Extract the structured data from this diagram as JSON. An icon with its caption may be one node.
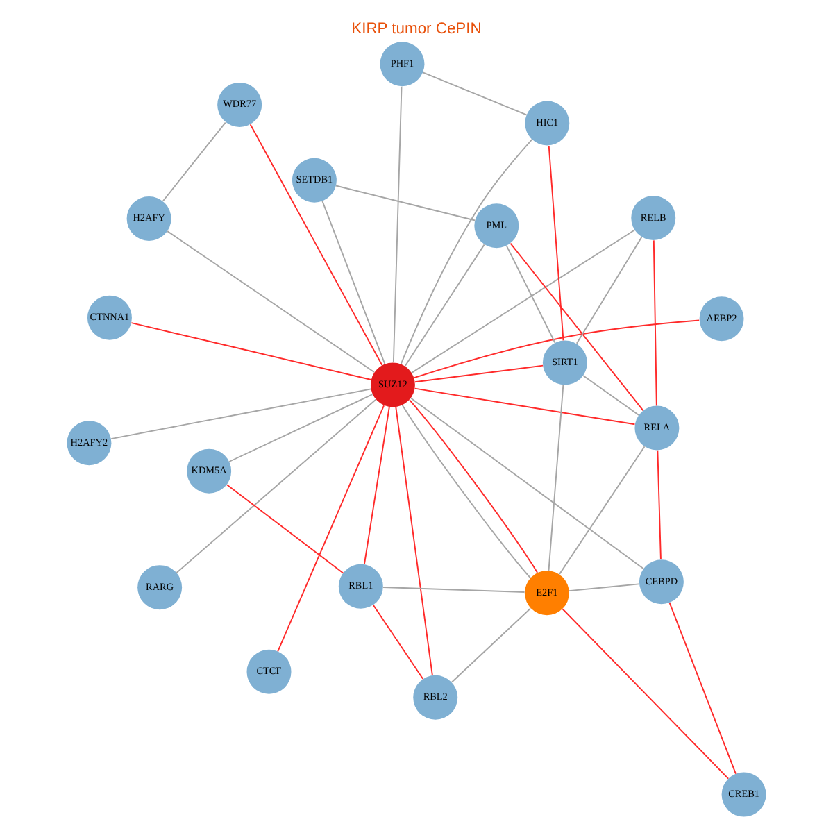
{
  "diagram": {
    "title": "KIRP tumor CePIN",
    "nodes": [
      {
        "text": [
          "SUZ12"
        ]
      },
      {
        "text": [
          "E2F1"
        ]
      },
      {
        "text": [
          "RARG"
        ]
      },
      {
        "text": [
          "PHF1"
        ]
      },
      {
        "text": [
          "WDR77"
        ]
      },
      {
        "text": [
          "H2AFY"
        ]
      },
      {
        "text": [
          "SETDB1"
        ]
      },
      {
        "text": [
          "HIC1"
        ]
      },
      {
        "text": [
          "H2AFY2"
        ]
      },
      {
        "text": [
          "PML"
        ]
      },
      {
        "text": [
          "CTCF"
        ]
      },
      {
        "text": [
          "SIRT1"
        ]
      },
      {
        "text": [
          "AEBP2"
        ]
      },
      {
        "text": [
          "RELB"
        ]
      },
      {
        "text": [
          "RELA"
        ]
      },
      {
        "text": [
          "KDM5A"
        ]
      },
      {
        "text": [
          "CEBPD"
        ]
      },
      {
        "text": [
          "RBL1"
        ]
      },
      {
        "text": [
          "CTNNA1"
        ]
      },
      {
        "text": [
          "RBL2"
        ]
      },
      {
        "text": [
          "CREB1"
        ]
      }
    ],
    "edges": [
      {
        "from": 0,
        "to": 2,
        "arrow": "none"
      },
      {
        "from": 0,
        "to": 3,
        "arrow": "none"
      },
      {
        "from": 0,
        "to": 4,
        "arrow": "none",
        "color": "#ff2a2a"
      },
      {
        "from": 0,
        "to": 5,
        "arrow": "none"
      },
      {
        "from": 0,
        "to": 8,
        "arrow": "none"
      },
      {
        "from": 0,
        "to": 10,
        "arrow": "none",
        "color": "#ff2a2a"
      },
      {
        "from": 0,
        "to": 12,
        "arrow": "none",
        "color": "#ff2a2a"
      },
      {
        "from": 0,
        "to": 7,
        "arrow": "none"
      },
      {
        "from": 0,
        "to": 6,
        "arrow": "none"
      },
      {
        "from": 0,
        "to": 9,
        "arrow": "none"
      },
      {
        "from": 0,
        "to": 11,
        "arrow": "none",
        "color": "#ff2a2a"
      },
      {
        "from": 0,
        "to": 13,
        "arrow": "none"
      },
      {
        "from": 0,
        "to": 14,
        "arrow": "none",
        "color": "#ff2a2a"
      },
      {
        "from": 0,
        "to": 1,
        "arrow": "none",
        "color": "#ff2a2a"
      },
      {
        "from": 0,
        "to": 1,
        "arrow": "none"
      },
      {
        "from": 0,
        "to": 16,
        "arrow": "none"
      },
      {
        "from": 0,
        "to": 15,
        "arrow": "none"
      },
      {
        "from": 0,
        "to": 17,
        "arrow": "none",
        "color": "#ff2a2a"
      },
      {
        "from": 0,
        "to": 18,
        "arrow": "none",
        "color": "#ff2a2a"
      },
      {
        "from": 0,
        "to": 19,
        "arrow": "none",
        "color": "#ff2a2a"
      },
      {
        "from": 3,
        "to": 7,
        "arrow": "none"
      },
      {
        "from": 4,
        "to": 5,
        "arrow": "none"
      },
      {
        "from": 6,
        "to": 9,
        "arrow": "none"
      },
      {
        "from": 7,
        "to": 11,
        "arrow": "none",
        "color": "#ff2a2a"
      },
      {
        "from": 9,
        "to": 11,
        "arrow": "none"
      },
      {
        "from": 9,
        "to": 14,
        "arrow": "none",
        "color": "#ff2a2a"
      },
      {
        "from": 11,
        "to": 13,
        "arrow": "none"
      },
      {
        "from": 11,
        "to": 14,
        "arrow": "none"
      },
      {
        "from": 11,
        "to": 1,
        "arrow": "none"
      },
      {
        "from": 13,
        "to": 14,
        "arrow": "none",
        "color": "#ff2a2a"
      },
      {
        "from": 14,
        "to": 1,
        "arrow": "none"
      },
      {
        "from": 14,
        "to": 16,
        "arrow": "none",
        "color": "#ff2a2a"
      },
      {
        "from": 16,
        "to": 1,
        "arrow": "none"
      },
      {
        "from": 16,
        "to": 20,
        "arrow": "none",
        "color": "#ff2a2a"
      },
      {
        "from": 1,
        "to": 20,
        "arrow": "none",
        "color": "#ff2a2a"
      },
      {
        "from": 1,
        "to": 17,
        "arrow": "none"
      },
      {
        "from": 1,
        "to": 19,
        "arrow": "none"
      },
      {
        "from": 17,
        "to": 15,
        "arrow": "none",
        "color": "#ff2a2a"
      },
      {
        "from": 17,
        "to": 19,
        "arrow": "none",
        "color": "#ff2a2a"
      }
    ]
  }
}
